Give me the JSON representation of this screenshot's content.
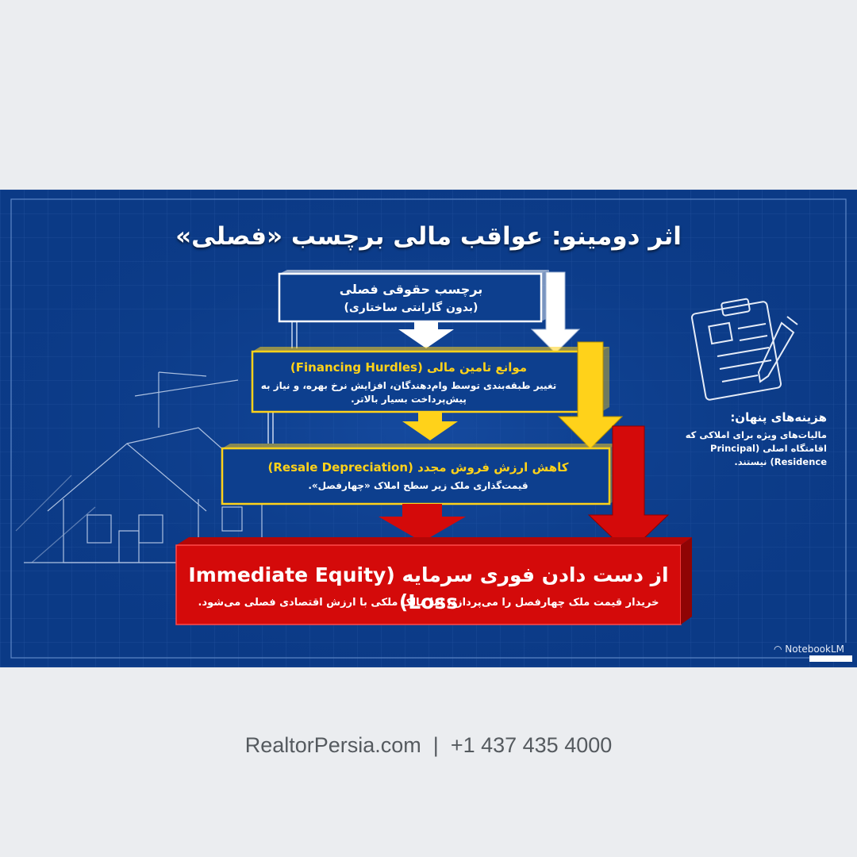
{
  "title": "اثر دومینو: عواقب مالی برچسب «فصلی»",
  "layers": [
    {
      "heading": "برچسب حقوقی فصلی",
      "subheading": "(بدون گارانتی ساختاری)"
    },
    {
      "heading": "موانع تامین مالی (Financing Hurdles)",
      "text": "تغییر طبقه‌بندی توسط وام‌دهندگان، افزایش نرخ بهره، و نیاز به پیش‌پرداخت بسیار بالاتر."
    },
    {
      "heading": "کاهش ارزش فروش مجدد (Resale Depreciation)",
      "text": "قیمت‌گذاری ملک زیر سطح املاک «چهارفصل»."
    },
    {
      "heading": "از دست دادن فوری سرمایه (Immediate Equity Loss)",
      "text": "خریدار قیمت ملک چهارفصل را می‌پردازد، اما مالک ملکی با ارزش اقتصادی فصلی می‌شود."
    }
  ],
  "side_note": {
    "title": "هزینه‌های پنهان:",
    "text": "مالیات‌های ویژه برای املاکی که اقامتگاه اصلی (Principal Residence) نیستند."
  },
  "brand": "NotebookLM",
  "footer": "RealtorPersia.com  |  +1 437 435 4000",
  "colors": {
    "panel": "#0b3a86",
    "white": "#ffffff",
    "yellow": "#ffd21a",
    "red": "#d40a0a"
  }
}
